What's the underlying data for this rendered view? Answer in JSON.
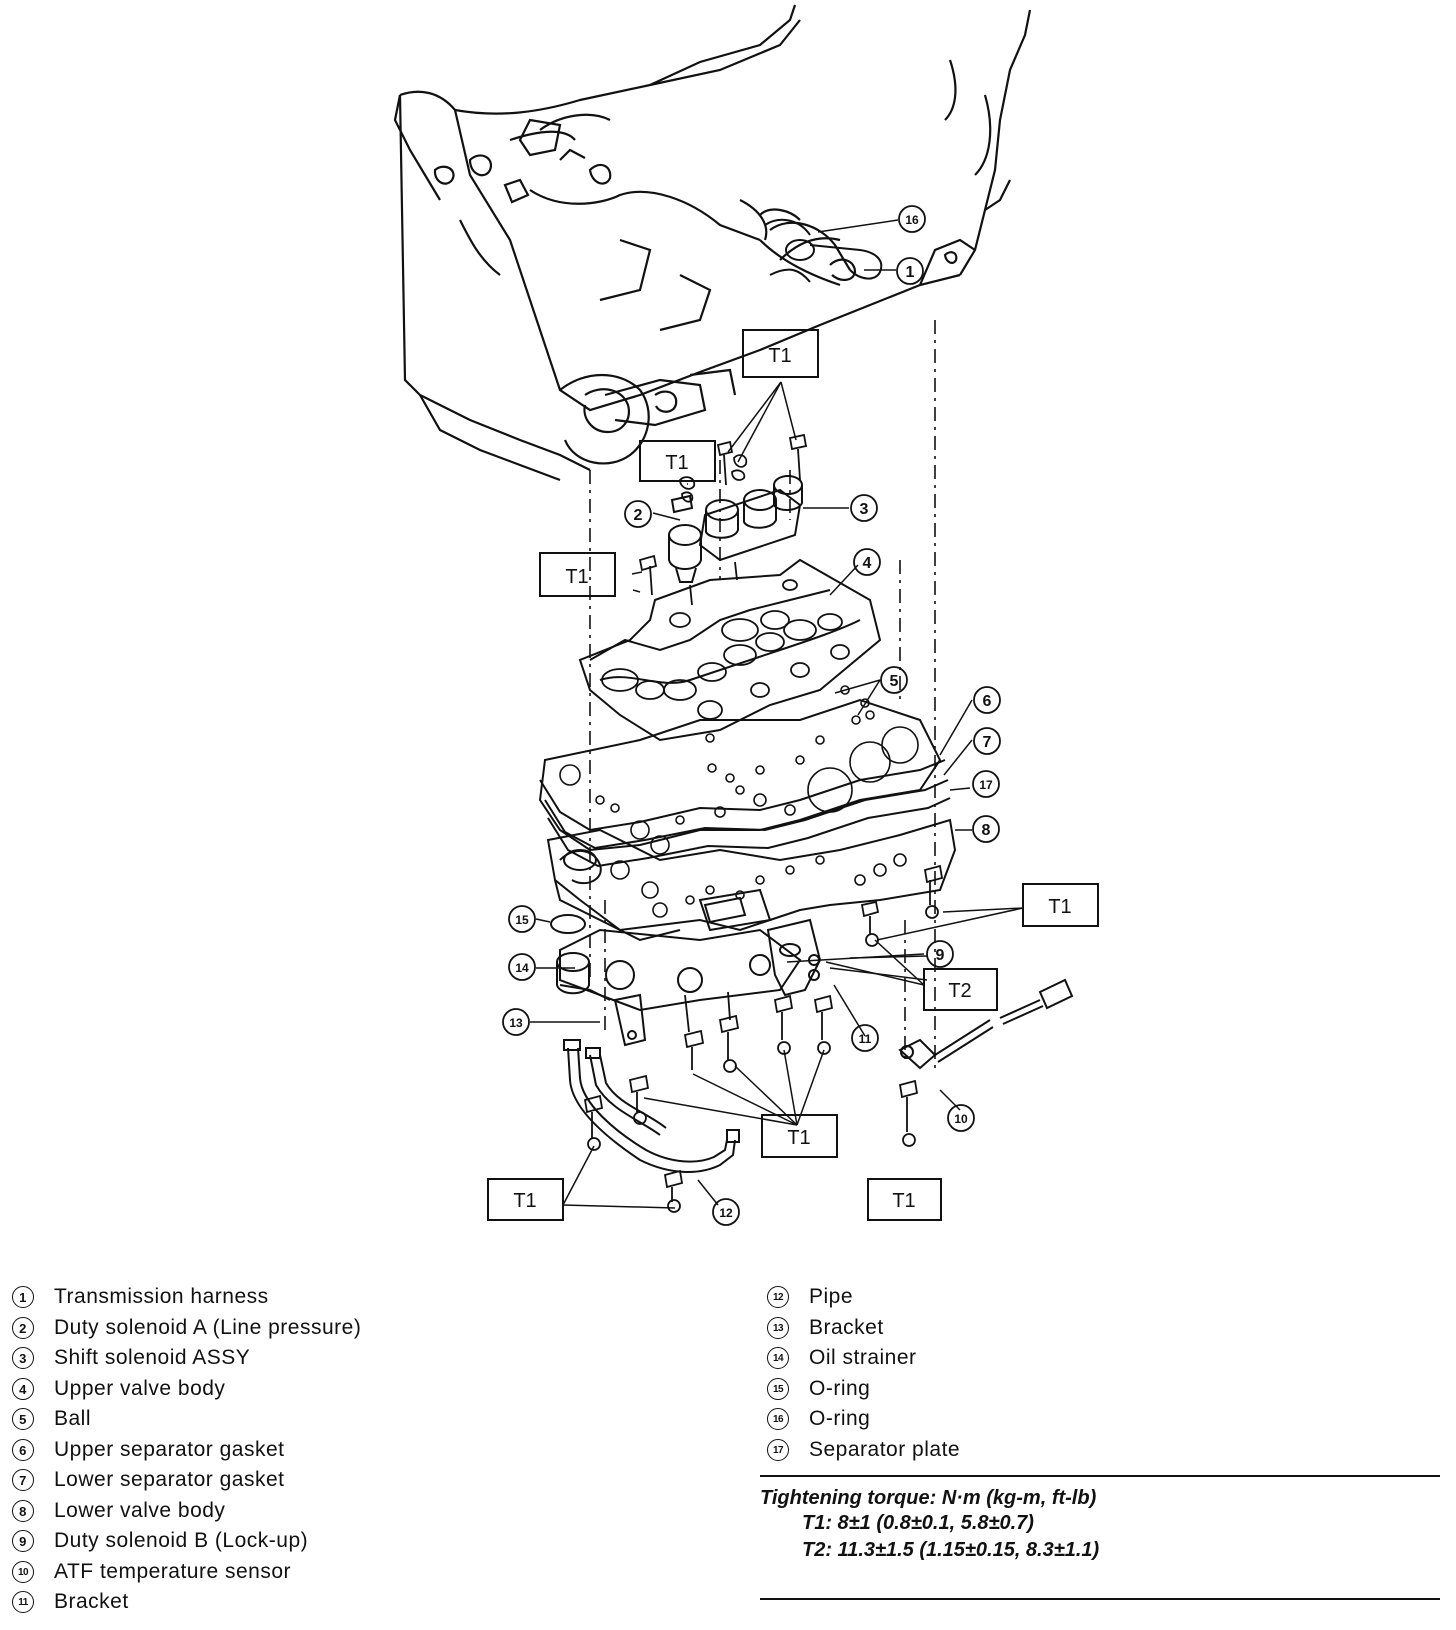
{
  "callouts": {
    "c1": "1",
    "c2": "2",
    "c3": "3",
    "c4": "4",
    "c5": "5",
    "c6": "6",
    "c7": "7",
    "c8": "8",
    "c9": "9",
    "c10": "10",
    "c11": "11",
    "c12": "12",
    "c13": "13",
    "c14": "14",
    "c15": "15",
    "c16": "16",
    "c17": "17"
  },
  "torque_tags": {
    "t1": "T1",
    "t2": "T2"
  },
  "legend": {
    "left": [
      {
        "num": "1",
        "text": "Transmission harness"
      },
      {
        "num": "2",
        "text": "Duty solenoid A (Line pressure)"
      },
      {
        "num": "3",
        "text": "Shift solenoid ASSY"
      },
      {
        "num": "4",
        "text": "Upper valve body"
      },
      {
        "num": "5",
        "text": "Ball"
      },
      {
        "num": "6",
        "text": "Upper separator gasket"
      },
      {
        "num": "7",
        "text": "Lower separator gasket"
      },
      {
        "num": "8",
        "text": "Lower valve body"
      },
      {
        "num": "9",
        "text": "Duty solenoid B (Lock-up)"
      },
      {
        "num": "10",
        "text": "ATF temperature sensor"
      },
      {
        "num": "11",
        "text": "Bracket"
      }
    ],
    "right": [
      {
        "num": "12",
        "text": "Pipe"
      },
      {
        "num": "13",
        "text": "Bracket"
      },
      {
        "num": "14",
        "text": "Oil strainer"
      },
      {
        "num": "15",
        "text": "O-ring"
      },
      {
        "num": "16",
        "text": "O-ring"
      },
      {
        "num": "17",
        "text": "Separator plate"
      }
    ]
  },
  "torque": {
    "title": "Tightening torque: N·m (kg-m, ft-lb)",
    "t1": "T1: 8±1 (0.8±0.1, 5.8±0.7)",
    "t2": "T2: 11.3±1.5 (1.15±0.15, 8.3±1.1)"
  }
}
